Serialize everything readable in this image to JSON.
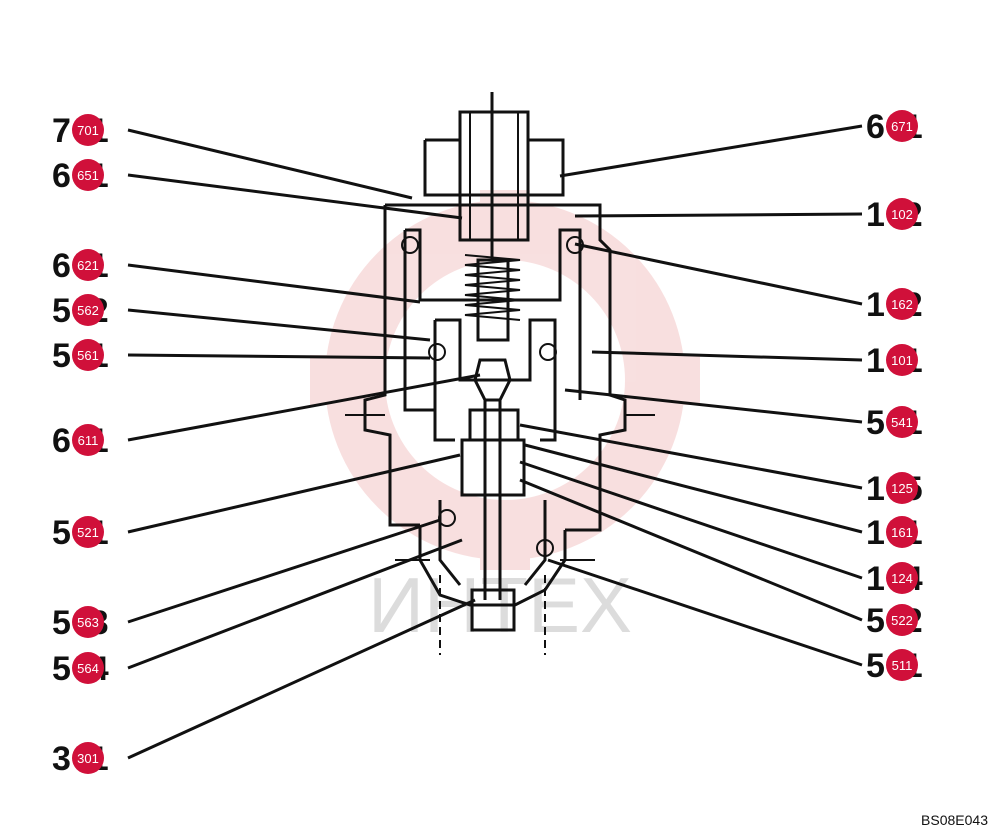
{
  "figure_code": "BS08E043",
  "watermark": "ИНТЕХ",
  "colors": {
    "badge": "#d0103a",
    "line": "#111111",
    "watermark": "#f3c6c6"
  },
  "callouts": [
    {
      "side": "left",
      "label": "7  1",
      "badge": "701"
    },
    {
      "side": "left",
      "label": "6  1",
      "badge": "651"
    },
    {
      "side": "left",
      "label": "6  1",
      "badge": "621"
    },
    {
      "side": "left",
      "label": "5  2",
      "badge": "562"
    },
    {
      "side": "left",
      "label": "5  1",
      "badge": "561"
    },
    {
      "side": "left",
      "label": "6  1",
      "badge": "611"
    },
    {
      "side": "left",
      "label": "5  1",
      "badge": "521"
    },
    {
      "side": "left",
      "label": "5  3",
      "badge": "563"
    },
    {
      "side": "left",
      "label": "5  4",
      "badge": "564"
    },
    {
      "side": "left",
      "label": "3  1",
      "badge": "301"
    },
    {
      "side": "right",
      "label": "6  1",
      "badge": "671"
    },
    {
      "side": "right",
      "label": "1  2",
      "badge": "102"
    },
    {
      "side": "right",
      "label": "1  2",
      "badge": "162"
    },
    {
      "side": "right",
      "label": "1  1",
      "badge": "101"
    },
    {
      "side": "right",
      "label": "5  1",
      "badge": "541"
    },
    {
      "side": "right",
      "label": "1  5",
      "badge": "125"
    },
    {
      "side": "right",
      "label": "1  1",
      "badge": "161"
    },
    {
      "side": "right",
      "label": "1  4",
      "badge": "124"
    },
    {
      "side": "right",
      "label": "5  2",
      "badge": "522"
    },
    {
      "side": "right",
      "label": "5  1",
      "badge": "511"
    }
  ]
}
